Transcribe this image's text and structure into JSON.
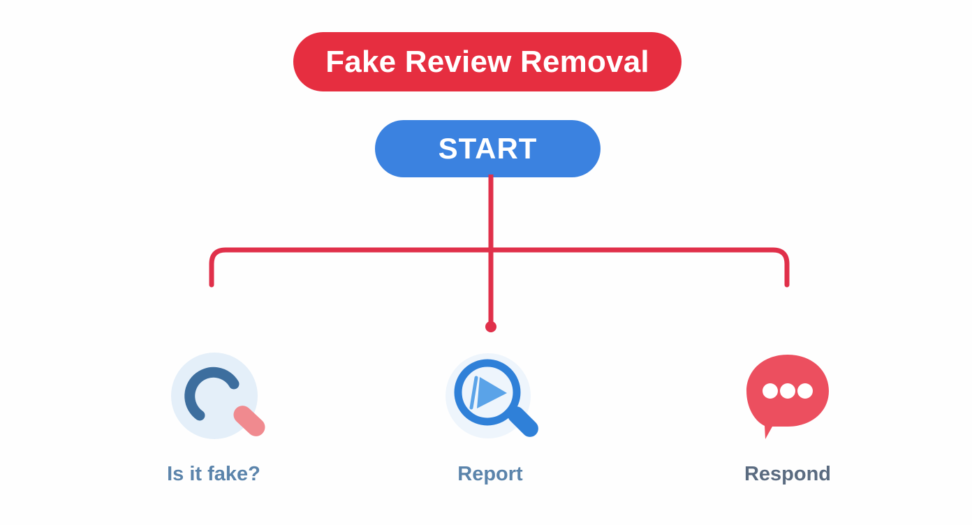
{
  "page": {
    "background_color": "#fefefe"
  },
  "title": {
    "label": "Fake Review Removal",
    "pill_color": "#e62e40",
    "text_color": "#ffffff"
  },
  "start": {
    "label": "START",
    "button_color": "#3b82e0",
    "text_color": "#ffffff"
  },
  "connector": {
    "color": "#e0304a",
    "stroke_width": 7,
    "endpoint_dot": true
  },
  "nodes": [
    {
      "id": "is-it-fake",
      "label": "Is it fake?",
      "icon": "magnifier-broken-ring-icon",
      "label_color": "#5b84ab",
      "circle_color": "#e4eff9",
      "ring_color": "#3d6e9e",
      "handle_color": "#f08a8f"
    },
    {
      "id": "report",
      "label": "Report",
      "icon": "magnifier-play-icon",
      "label_color": "#5b84ab",
      "circle_color": "#eef5fc",
      "ring_color": "#2f80d8",
      "accent_color": "#5aa3e8"
    },
    {
      "id": "respond",
      "label": "Respond",
      "icon": "speech-bubble-dots-icon",
      "label_color": "#5a6b80",
      "bubble_color": "#ec4f5f",
      "dot_color": "#ffffff"
    }
  ]
}
